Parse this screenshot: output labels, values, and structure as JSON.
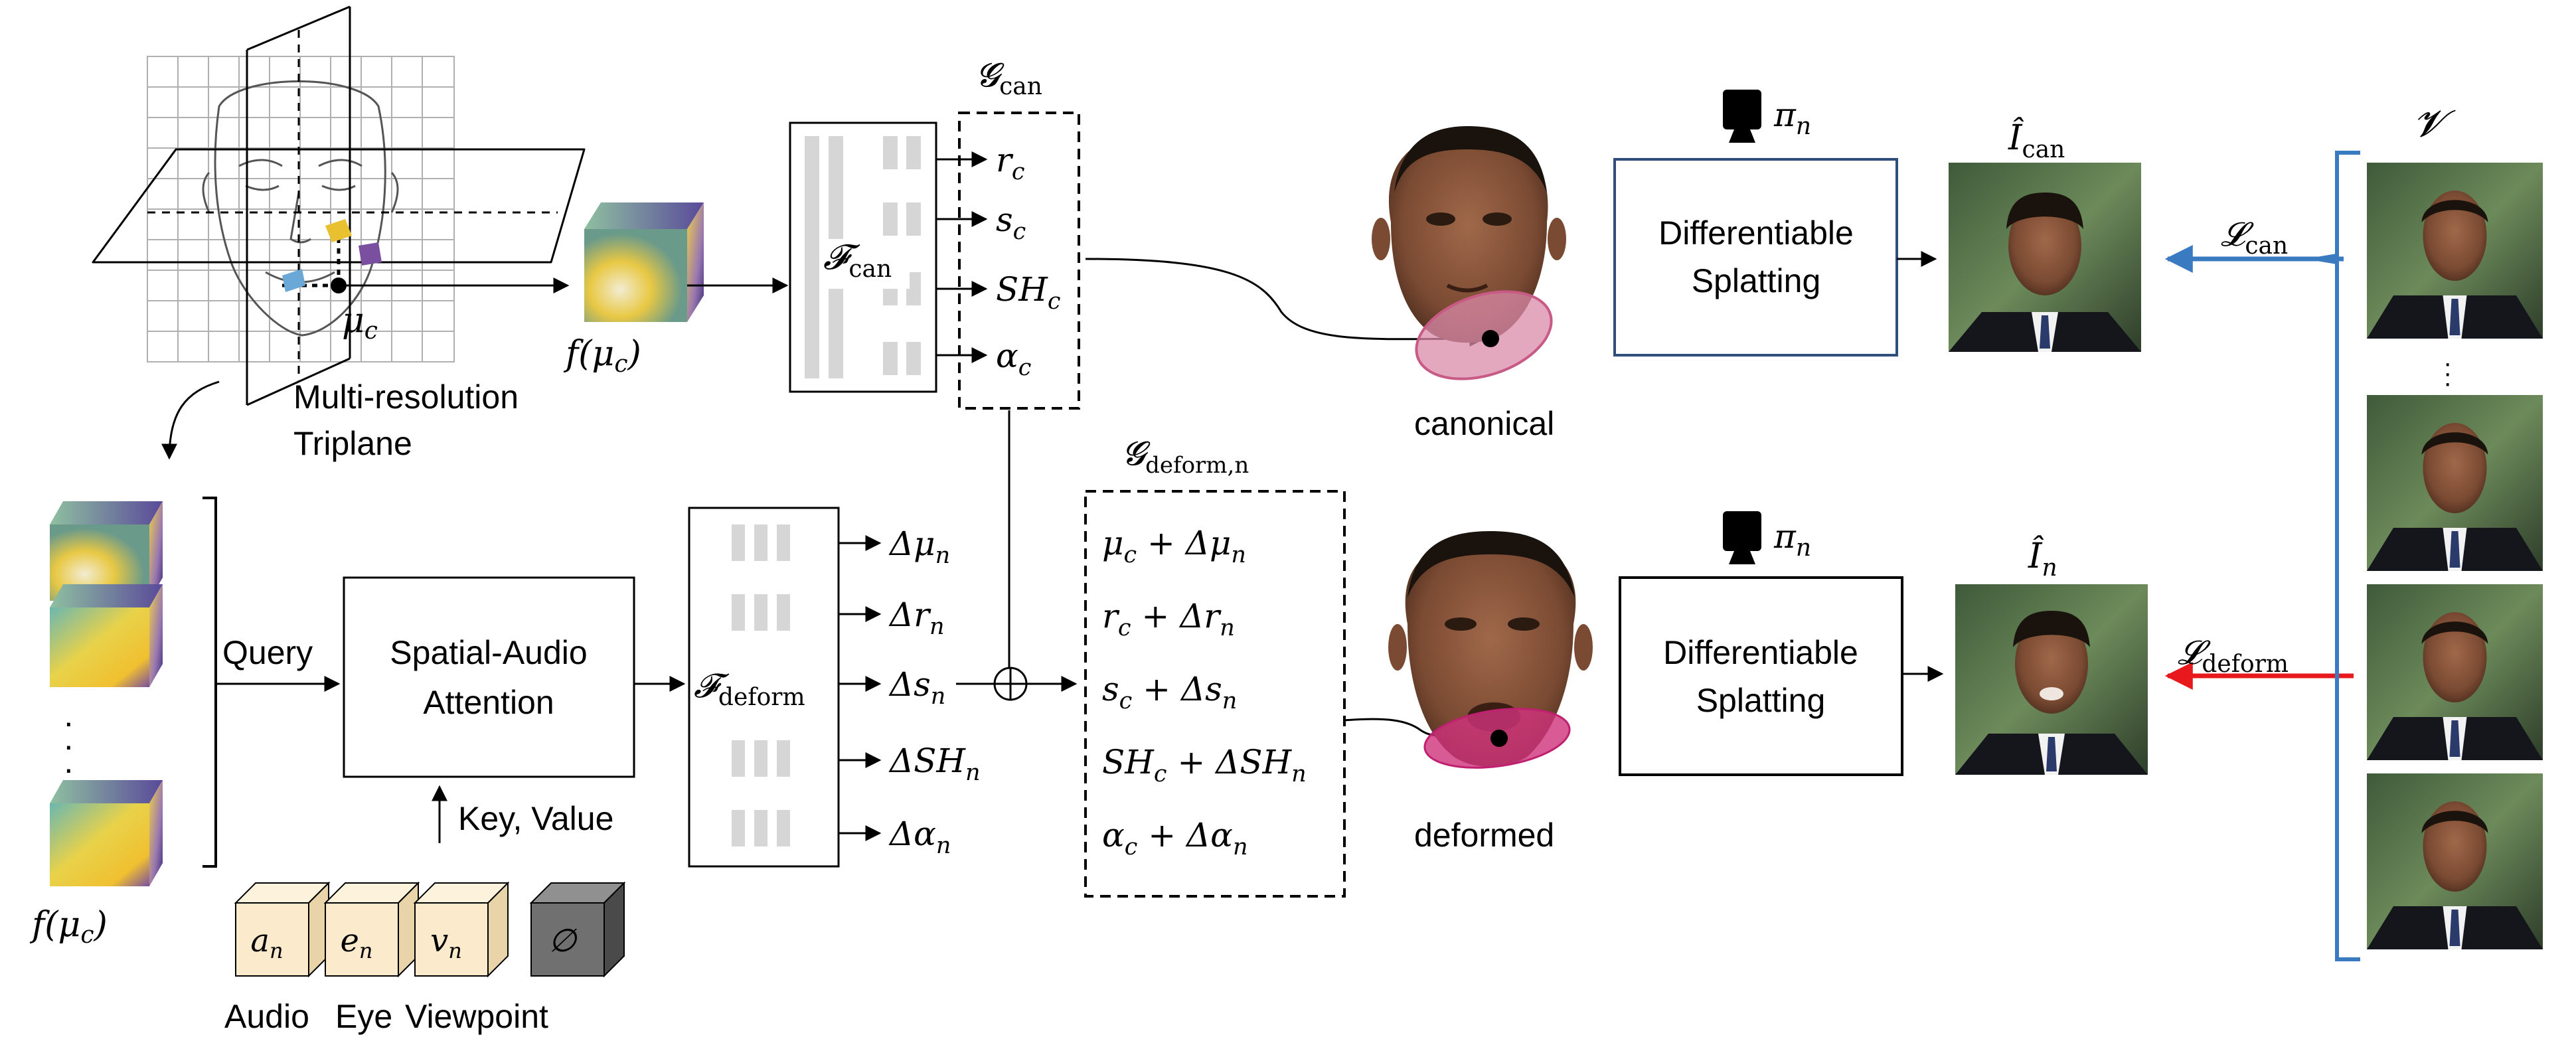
{
  "labels": {
    "triplane_name": "Multi-resolution",
    "triplane_name2": "Triplane",
    "mu_c": "μ",
    "mu_sub": "c",
    "f_mu_c": "f(μc)",
    "f_mu_c_left": "f(μc)",
    "F_can": "𝓕",
    "F_can_sub": "can",
    "F_deform": "𝓕",
    "F_deform_sub": "deform",
    "G_can": "𝓖",
    "G_can_sub": "can",
    "G_deform": "𝓖",
    "G_deform_sub": "deform,n",
    "query": "Query",
    "attention_line1": "Spatial-Audio",
    "attention_line2": "Attention",
    "key_value": "Key, Value",
    "canonical": "canonical",
    "deformed": "deformed",
    "splat_line1": "Differentiable",
    "splat_line2": "Splatting",
    "pi_n": "π",
    "pi_sub": "n",
    "I_can": "Î",
    "I_can_sub": "can",
    "I_n": "Î",
    "I_n_sub": "n",
    "L_can": "𝓛",
    "L_can_sub": "can",
    "L_deform": "𝓛",
    "L_deform_sub": "deform",
    "V": "𝓥",
    "dots": "· · ·"
  },
  "can_outputs": [
    {
      "base": "r",
      "sub": "c"
    },
    {
      "base": "s",
      "sub": "c"
    },
    {
      "base": "SH",
      "sub": "c"
    },
    {
      "base": "α",
      "sub": "c"
    }
  ],
  "deform_outputs": [
    {
      "base": "Δμ",
      "sub": "n"
    },
    {
      "base": "Δr",
      "sub": "n"
    },
    {
      "base": "Δs",
      "sub": "n"
    },
    {
      "base": "ΔSH",
      "sub": "n"
    },
    {
      "base": "Δα",
      "sub": "n"
    }
  ],
  "deform_sums": [
    {
      "a": "μ",
      "as": "c",
      "b": " + Δμ",
      "bs": "n"
    },
    {
      "a": "r",
      "as": "c",
      "b": " + Δr",
      "bs": "n"
    },
    {
      "a": "s",
      "as": "c",
      "b": " + Δs",
      "bs": "n"
    },
    {
      "a": "SH",
      "as": "c",
      "b": " + ΔSH",
      "bs": "n"
    },
    {
      "a": "α",
      "as": "c",
      "b": " + Δα",
      "bs": "n"
    }
  ],
  "conditions": [
    {
      "sym": "a",
      "sub": "n",
      "label": "Audio"
    },
    {
      "sym": "e",
      "sub": "n",
      "label": "Eye"
    },
    {
      "sym": "v",
      "sub": "n",
      "label": "Viewpoint"
    },
    {
      "sym": "∅",
      "sub": "",
      "label": ""
    }
  ],
  "colors": {
    "splat_can_border": "#2f4e7a",
    "loss_can_arrow": "#3a7ac0",
    "loss_deform_arrow": "#e8191c",
    "bracket": "#3a7ac0",
    "cond_cube": "#fbeacb",
    "null_cube": "#707070",
    "gaussian_can": "#d98aa8",
    "gaussian_deform": "#d0327a"
  }
}
